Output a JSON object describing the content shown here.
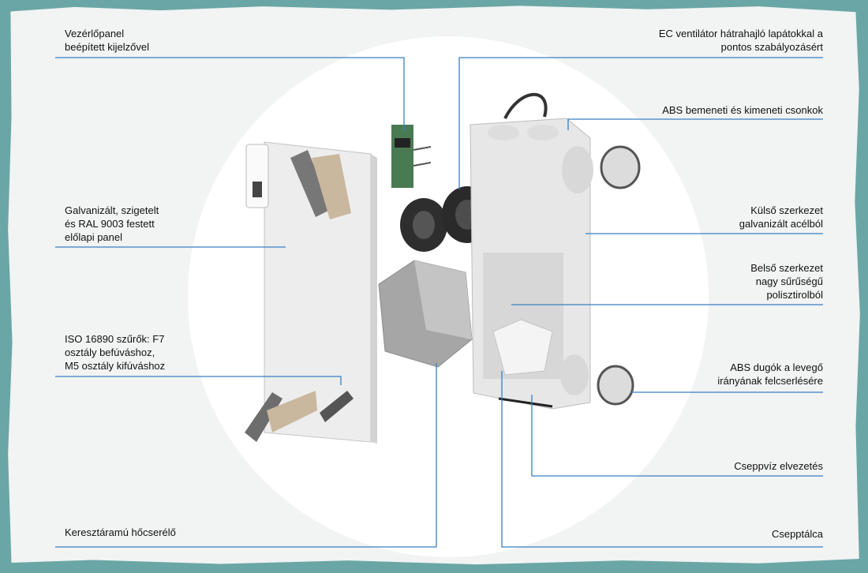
{
  "labels": {
    "control_panel": "Vezérlőpanel\nbeépített kijelzővel",
    "ec_fan": "EC ventilátor hátrahajló lapátokkal a\npontos szabályozásért",
    "abs_ports": "ABS bemeneti és kimeneti csonkok",
    "front_panel": "Galvanizált, szigetelt\nés RAL 9003 festett\nelőlapi panel",
    "outer_structure": "Külső szerkezet\ngalvanizált acélból",
    "inner_structure": "Belső szerkezet\nnagy sűrűségű\npolisztirolból",
    "filters": "ISO 16890 szűrők: F7\nosztály befúváshoz,\nM5 osztály kifúváshoz",
    "abs_plugs": "ABS dugók a levegő\nirányának felcserlésére",
    "condensate_drain": "Cseppvíz elvezetés",
    "heat_exchanger": "Keresztáramú hőcserélő",
    "drip_tray": "Csepptálca"
  },
  "colors": {
    "border": "#6aa6a6",
    "callout_line": "#3a7fc4",
    "background": "#f2f3f3"
  }
}
